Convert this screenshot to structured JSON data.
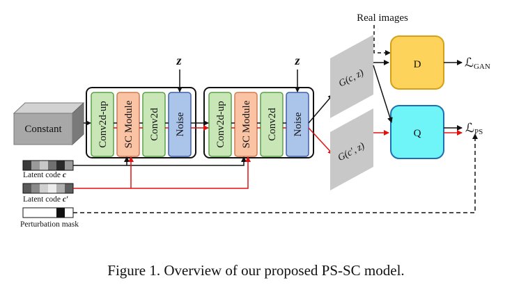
{
  "labels": {
    "constant": "Constant",
    "block1": [
      "Conv2d-up",
      "SC Module",
      "Conv2d",
      "Noise"
    ],
    "block2": [
      "Conv2d-up",
      "SC Module",
      "Conv2d",
      "Noise"
    ],
    "z": "z",
    "real_images": "Real images",
    "g_c_z": "G(c, z)",
    "g_cp_z": "G(c′, z)",
    "d": "D",
    "q": "Q",
    "loss_gan_script": "ℒ",
    "loss_gan_sub": "GAN",
    "loss_ps_script": "ℒ",
    "loss_ps_sub": "PS",
    "latent_c_prefix": "Latent code ",
    "latent_c_var": "c",
    "latent_cp_prefix": "Latent code ",
    "latent_cp_var": "c′",
    "perturbation": "Perturbation mask"
  },
  "caption": "Figure 1. Overview of our proposed PS-SC model.",
  "colors": {
    "conv_fill": "#c9e6b6",
    "conv_stroke": "#5aa04a",
    "sc_fill": "#f9c3a4",
    "sc_stroke": "#d07a52",
    "noise_fill": "#aac4ea",
    "noise_stroke": "#3f5fa8",
    "d_fill": "#fdd35b",
    "d_stroke": "#d4a017",
    "q_fill": "#6ff5f8",
    "q_stroke": "#1f6fb0",
    "arrow_red": "#e11111"
  },
  "latent_c_cells": [
    "#3a3a3a",
    "#9a9a9a",
    "#c8c8c8",
    "#707070",
    "#2a2a2a",
    "#9a9a9a"
  ],
  "latent_cp_cells": [
    "#5a5a5a",
    "#8a8a8a",
    "#d0d0d0",
    "#ececec",
    "#b0b0b0",
    "#5e5e5e"
  ],
  "mask_cells": [
    "#ffffff",
    "#ffffff",
    "#ffffff",
    "#ffffff",
    "#111111",
    "#ffffff"
  ]
}
